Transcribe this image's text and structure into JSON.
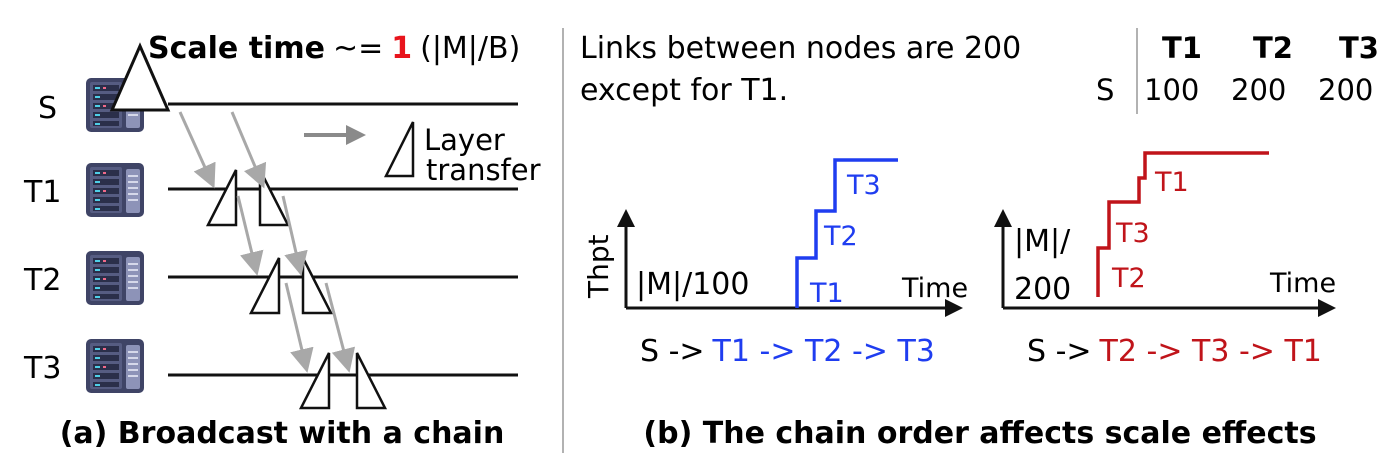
{
  "left_panel": {
    "scale_time": {
      "bold": "Scale time",
      "approx": "~=",
      "value": "1",
      "unit": "(|M|/B)"
    },
    "nodes": [
      "S",
      "T1",
      "T2",
      "T3"
    ],
    "legend": {
      "line1": "Layer",
      "line2": "transfer"
    },
    "caption": "(a) Broadcast with a chain"
  },
  "right_panel": {
    "links_note": {
      "line1": "Links between nodes are 200",
      "line2": "except for T1."
    },
    "link_table": {
      "headers": [
        "T1",
        "T2",
        "T3"
      ],
      "row_label": "S",
      "values": [
        "100",
        "200",
        "200"
      ]
    },
    "chart_left": {
      "ylabel": "Thpt",
      "xlabel": "Time",
      "base_label": "|M|/100",
      "steps": [
        "T1",
        "T2",
        "T3"
      ],
      "order_prefix": "S ->",
      "order": "T1 -> T2 -> T3",
      "color": "#1f3df0"
    },
    "chart_right": {
      "xlabel": "Time",
      "base_label_line1": "|M|/",
      "base_label_line2": "200",
      "steps": [
        "T2",
        "T3",
        "T1"
      ],
      "order_prefix": "S ->",
      "order": "T2 -> T3 -> T1",
      "color": "#c0141a"
    },
    "caption": "(b) The chain order affects scale effects"
  },
  "colors": {
    "highlight_red": "#e8141c",
    "arrow_gray": "#a8a8a8",
    "server_dark": "#4a4f6e",
    "server_light": "#9aa0c0"
  }
}
